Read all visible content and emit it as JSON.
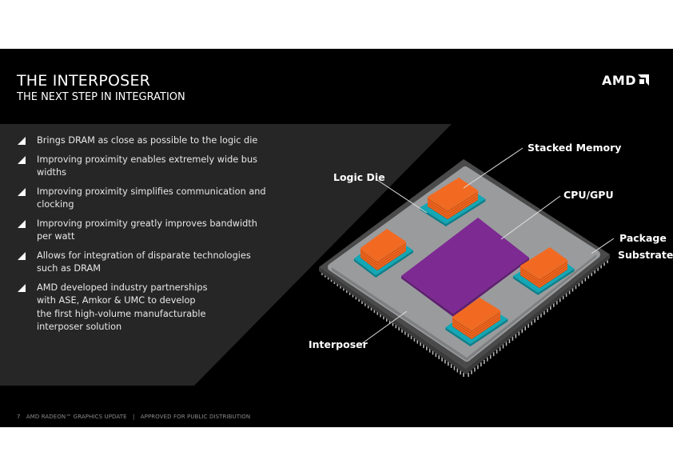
{
  "slide": {
    "title": "THE INTERPOSER",
    "subtitle": "THE NEXT STEP IN INTEGRATION",
    "logo": {
      "text": "AMD",
      "mark_icon": "amd-arrow-icon"
    },
    "bullets": [
      "Brings DRAM as close as possible to the logic die",
      "Improving proximity enables extremely wide bus widths",
      "Improving proximity simplifies communication and clocking",
      "Improving proximity greatly improves bandwidth per watt",
      "Allows for integration of disparate technologies such as DRAM",
      "AMD developed industry partnerships with ASE, Amkor & UMC to develop the first high-volume manufacturable interposer solution"
    ],
    "bullet_lines": [
      [
        "Brings DRAM as close as possible to the logic die"
      ],
      [
        "Improving proximity enables extremely wide bus",
        "widths"
      ],
      [
        "Improving proximity simplifies communication and",
        "clocking"
      ],
      [
        "Improving proximity greatly improves bandwidth",
        "per watt"
      ],
      [
        "Allows for integration of disparate technologies",
        "such as DRAM"
      ],
      [
        "AMD developed industry partnerships",
        "with ASE, Amkor & UMC to develop",
        "the first high-volume manufacturable",
        "interposer solution"
      ]
    ],
    "footer": {
      "page": "7",
      "deck": "AMD  RADEON™ GRAPHICS UPDATE",
      "separator": "|",
      "notice": "APPROVED FOR PUBLIC DISTRIBUTION"
    }
  },
  "diagram": {
    "labels": {
      "stacked_memory": "Stacked Memory",
      "logic_die": "Logic Die",
      "cpu_gpu": "CPU/GPU",
      "package_line1": "Package",
      "package_line2": "Substrate",
      "interposer": "Interposer"
    },
    "colors": {
      "background": "#000000",
      "panel": "#262626",
      "substrate": "#4a4a4a",
      "interposer": "#9a9b9d",
      "cpu_gpu": "#7d2a92",
      "memory": "#f26a22",
      "memory_edge": "#c84e12",
      "logic_die": "#14a7b5",
      "pins": "#b5b5b5",
      "leader": "#e0e0e0"
    },
    "memory_layers": 4
  }
}
